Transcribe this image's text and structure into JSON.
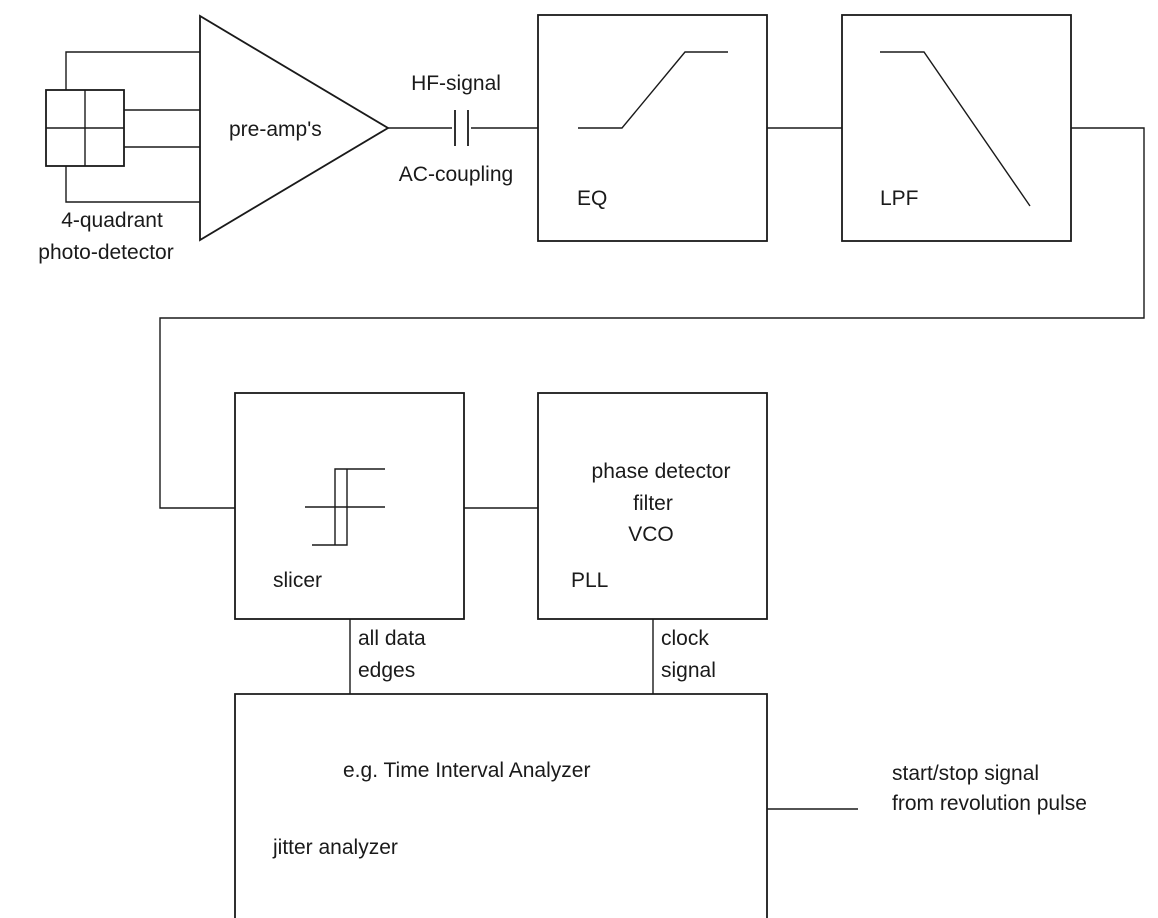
{
  "detector": {
    "label_line1": "4-quadrant",
    "label_line2": "photo-detector"
  },
  "preamp": {
    "label": "pre-amp's"
  },
  "coupling": {
    "top_label": "HF-signal",
    "bottom_label": "AC-coupling"
  },
  "eq": {
    "label": "EQ"
  },
  "lpf": {
    "label": "LPF"
  },
  "slicer": {
    "label": "slicer"
  },
  "pll": {
    "line1": "phase detector",
    "line2": "filter",
    "line3": "VCO",
    "label": "PLL"
  },
  "links": {
    "data_edges_line1": "all data",
    "data_edges_line2": "edges",
    "clock_line1": "clock",
    "clock_line2": "signal"
  },
  "analyzer": {
    "title": "e.g. Time Interval Analyzer",
    "label": "jitter analyzer"
  },
  "start_stop": {
    "line1": "start/stop signal",
    "line2": "from revolution pulse"
  }
}
